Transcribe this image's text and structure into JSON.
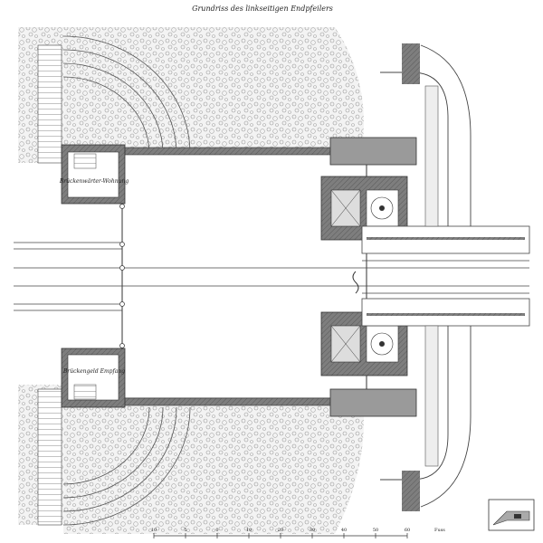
{
  "title": "Grundriss des linkseitigen Endpfeilers",
  "rooms": {
    "upper": "Brückenwärter-Wohnung",
    "lower": "Brückengeld Empfang"
  },
  "scale": {
    "ticks": [
      "10",
      "5",
      "0",
      "10",
      "20",
      "30",
      "40",
      "50",
      "60"
    ],
    "unit": "Fuss"
  },
  "colors": {
    "ink": "#333333",
    "masonry": "#8a8a8a",
    "masonry_dark": "#6e6e6e",
    "rubble": "#d9d9d9",
    "paper": "#ffffff"
  }
}
